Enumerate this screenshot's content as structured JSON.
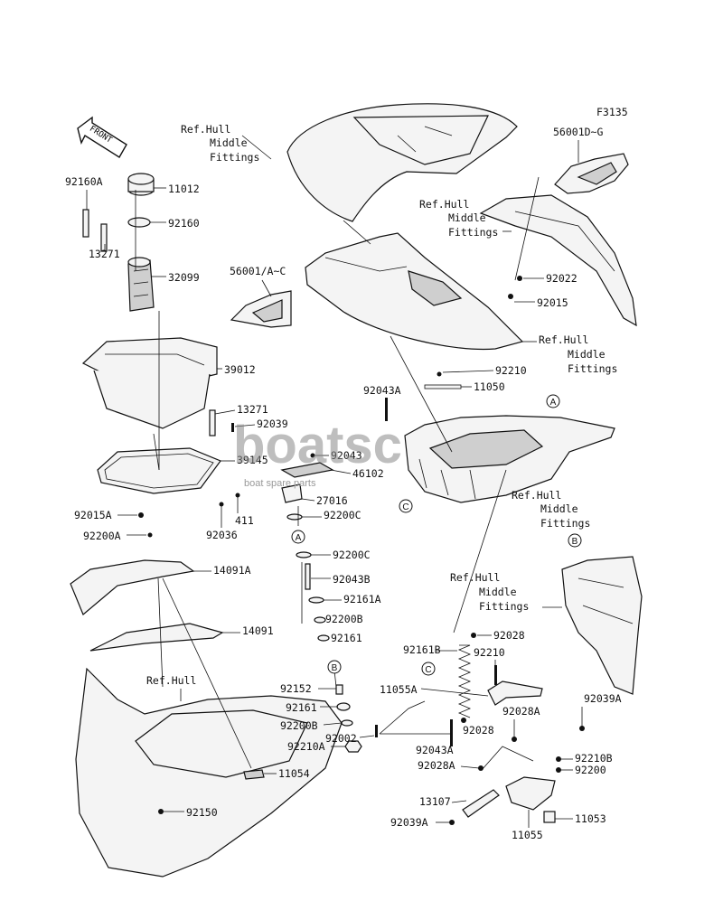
{
  "figure_code": "F3135",
  "front_arrow_label": "FRONT",
  "watermark": {
    "brand": "boatsc",
    "tagline": "boat spare parts"
  },
  "ref_labels": {
    "ref1": [
      "Ref.Hull",
      "Middle",
      "Fittings"
    ],
    "ref2": [
      "Ref.Hull",
      "Middle",
      "Fittings"
    ],
    "ref3": [
      "Ref.Hull",
      "Middle",
      "Fittings"
    ],
    "ref4": [
      "Ref.Hull",
      "Middle",
      "Fittings"
    ],
    "ref5": [
      "Ref.Hull",
      "Middle",
      "Fittings"
    ],
    "ref6": "Ref.Hull"
  },
  "callouts": {
    "a": "A",
    "b": "B",
    "c": "C"
  },
  "parts": {
    "p92160A": "92160A",
    "p11012": "11012",
    "p92160": "92160",
    "p13271a": "13271",
    "p32099": "32099",
    "p56001AC": "56001/A~C",
    "p56001DG": "56001D~G",
    "p92022": "92022",
    "p92015": "92015",
    "p39012": "39012",
    "p92043A": "92043A",
    "p92210a": "92210",
    "p11050": "11050",
    "p13271b": "13271",
    "p92039a": "92039",
    "p92043": "92043",
    "p39145": "39145",
    "p46102": "46102",
    "p27016": "27016",
    "p411": "411",
    "p92036": "92036",
    "p92200C_1": "92200C",
    "p92015A": "92015A",
    "p92200A": "92200A",
    "p14091A": "14091A",
    "p92200C_2": "92200C",
    "p92043B": "92043B",
    "p92161A": "92161A",
    "p14091": "14091",
    "p92200B_1": "92200B",
    "p92161_1": "92161",
    "p92028_1": "92028",
    "p92161B": "92161B",
    "p92210_2": "92210",
    "p92152": "92152",
    "p11055A": "11055A",
    "p92161_2": "92161",
    "p92039A": "92039A",
    "p92028A_1": "92028A",
    "p92200B_2": "92200B",
    "p92028_2": "92028",
    "p92210A": "92210A",
    "p92002": "92002",
    "p92043A_2": "92043A",
    "p92210B": "92210B",
    "p92028A_2": "92028A",
    "p92200": "92200",
    "p11054": "11054",
    "p13107": "13107",
    "p11053": "11053",
    "p92150": "92150",
    "p92039A_2": "92039A",
    "p11055": "11055"
  }
}
